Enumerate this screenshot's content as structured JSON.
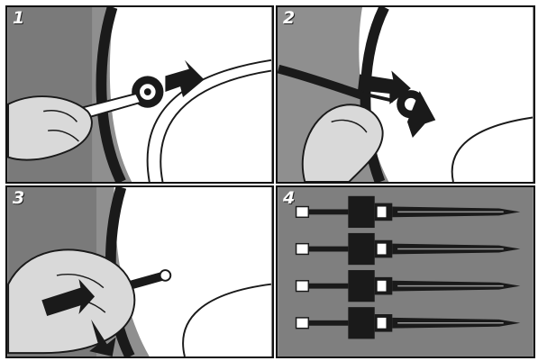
{
  "panels": [
    {
      "step": "1",
      "depicts": "wrench-loosening-nut-icon"
    },
    {
      "step": "2",
      "depicts": "screwdriver-removing-nut-icon"
    },
    {
      "step": "3",
      "depicts": "hand-pulling-electrode-icon"
    },
    {
      "step": "4",
      "depicts": "four-heating-elements-icon"
    }
  ],
  "colors": {
    "background": "#8c8c8c",
    "drum": "#ffffff",
    "ink": "#1a1a1a",
    "skin": "#d9d9d9"
  }
}
